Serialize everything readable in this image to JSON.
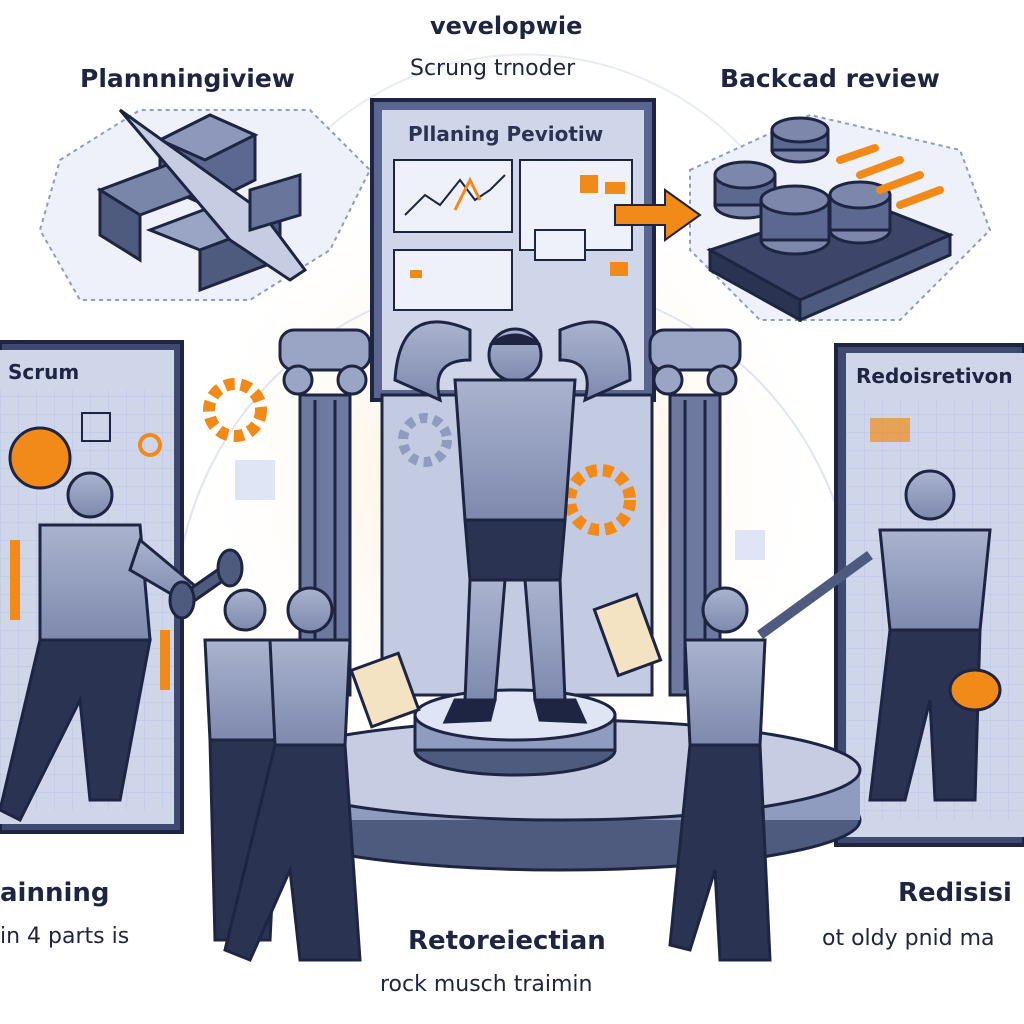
{
  "headings": {
    "top_title": "vevelopwie",
    "top_subtitle": "Scrung trnoder",
    "top_left": "Plannningiview",
    "top_right": "Backcad review",
    "center_board": "Pllaning Peviotiw",
    "left_board": "Scrum",
    "right_board": "Redoisretivon",
    "bottom_left": "ainning",
    "bottom_left_sub": "in 4 parts is",
    "bottom_center": "Retoreiectian",
    "bottom_center_sub": "rock musch traimin",
    "bottom_right": "Redisisi",
    "bottom_right_sub": "ot oldy pnid ma"
  },
  "colors": {
    "navy": "#1d2542",
    "slate": "#4e5a7e",
    "panel": "#cfd6ea",
    "panel_dark": "#3f4a70",
    "accent": "#f28a1a",
    "bg_glow": "#fbe9cf",
    "grid": "#b8c4e6"
  },
  "icons": [
    "gear-icon",
    "puzzle-icon",
    "coins-stack-icon",
    "arrow-right-icon",
    "dumbbell-icon",
    "blocks-icon"
  ]
}
